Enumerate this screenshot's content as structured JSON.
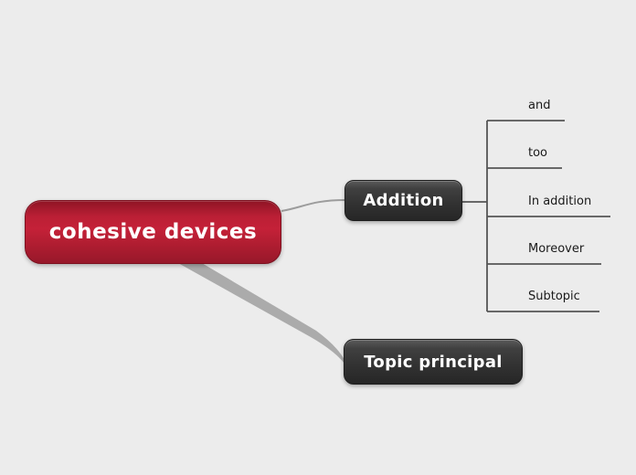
{
  "mindmap": {
    "root": {
      "label": "cohesive devices",
      "color": "#c42138"
    },
    "branches": [
      {
        "label": "Addition",
        "children": [
          {
            "label": "and"
          },
          {
            "label": "too"
          },
          {
            "label": "In addition"
          },
          {
            "label": "Moreover"
          },
          {
            "label": "Subtopic"
          }
        ]
      },
      {
        "label": "Topic principal",
        "children": []
      }
    ],
    "colors": {
      "canvas_background": "#ececec",
      "branch_node": "#333333",
      "connector_thin": "#9c9c9c",
      "connector_thick": "#ababab",
      "child_line": "#555555",
      "child_text": "#1a1a1a",
      "node_text": "#ffffff"
    }
  }
}
